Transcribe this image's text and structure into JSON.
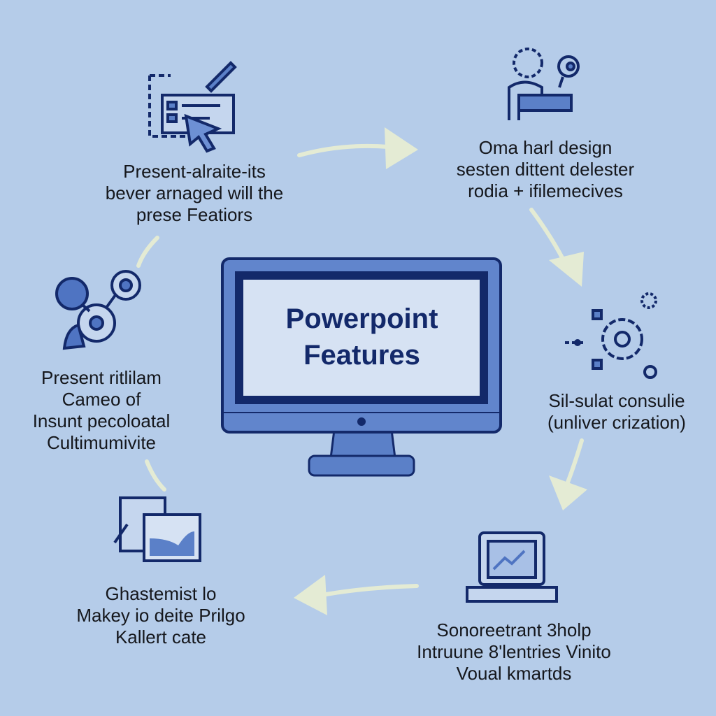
{
  "center": {
    "title_line1": "Powerpoint",
    "title_line2": "Features"
  },
  "nodes": [
    {
      "icon": "form-cursor-icon",
      "lines": [
        "Present-alraite-its",
        "bever arnaged will the",
        "prese Featiors"
      ]
    },
    {
      "icon": "head-gear-icon",
      "lines": [
        "Oma harl design",
        "sesten dittent delester",
        "rodia + ifilemecives"
      ]
    },
    {
      "icon": "gear-network-icon",
      "lines": [
        "Sil-sulat consulie",
        "(unliver crization)"
      ]
    },
    {
      "icon": "laptop-chart-icon",
      "lines": [
        "Sonoreetrant 3holp",
        "Intruune 8'lentries Vinito",
        "Voual kmartds"
      ]
    },
    {
      "icon": "image-frames-icon",
      "lines": [
        "Ghastemist lo",
        "Makey io deite Prilgo",
        "Kallert cate"
      ]
    },
    {
      "icon": "people-connect-icon",
      "lines": [
        "Present ritlilam",
        "Cameo of",
        "Insunt pecoloatal",
        "Cultimumivite"
      ]
    }
  ],
  "colors": {
    "background": "#b5cce9",
    "navy": "#13296a",
    "blue": "#4f74c2",
    "arrow": "#e4ebd4"
  }
}
